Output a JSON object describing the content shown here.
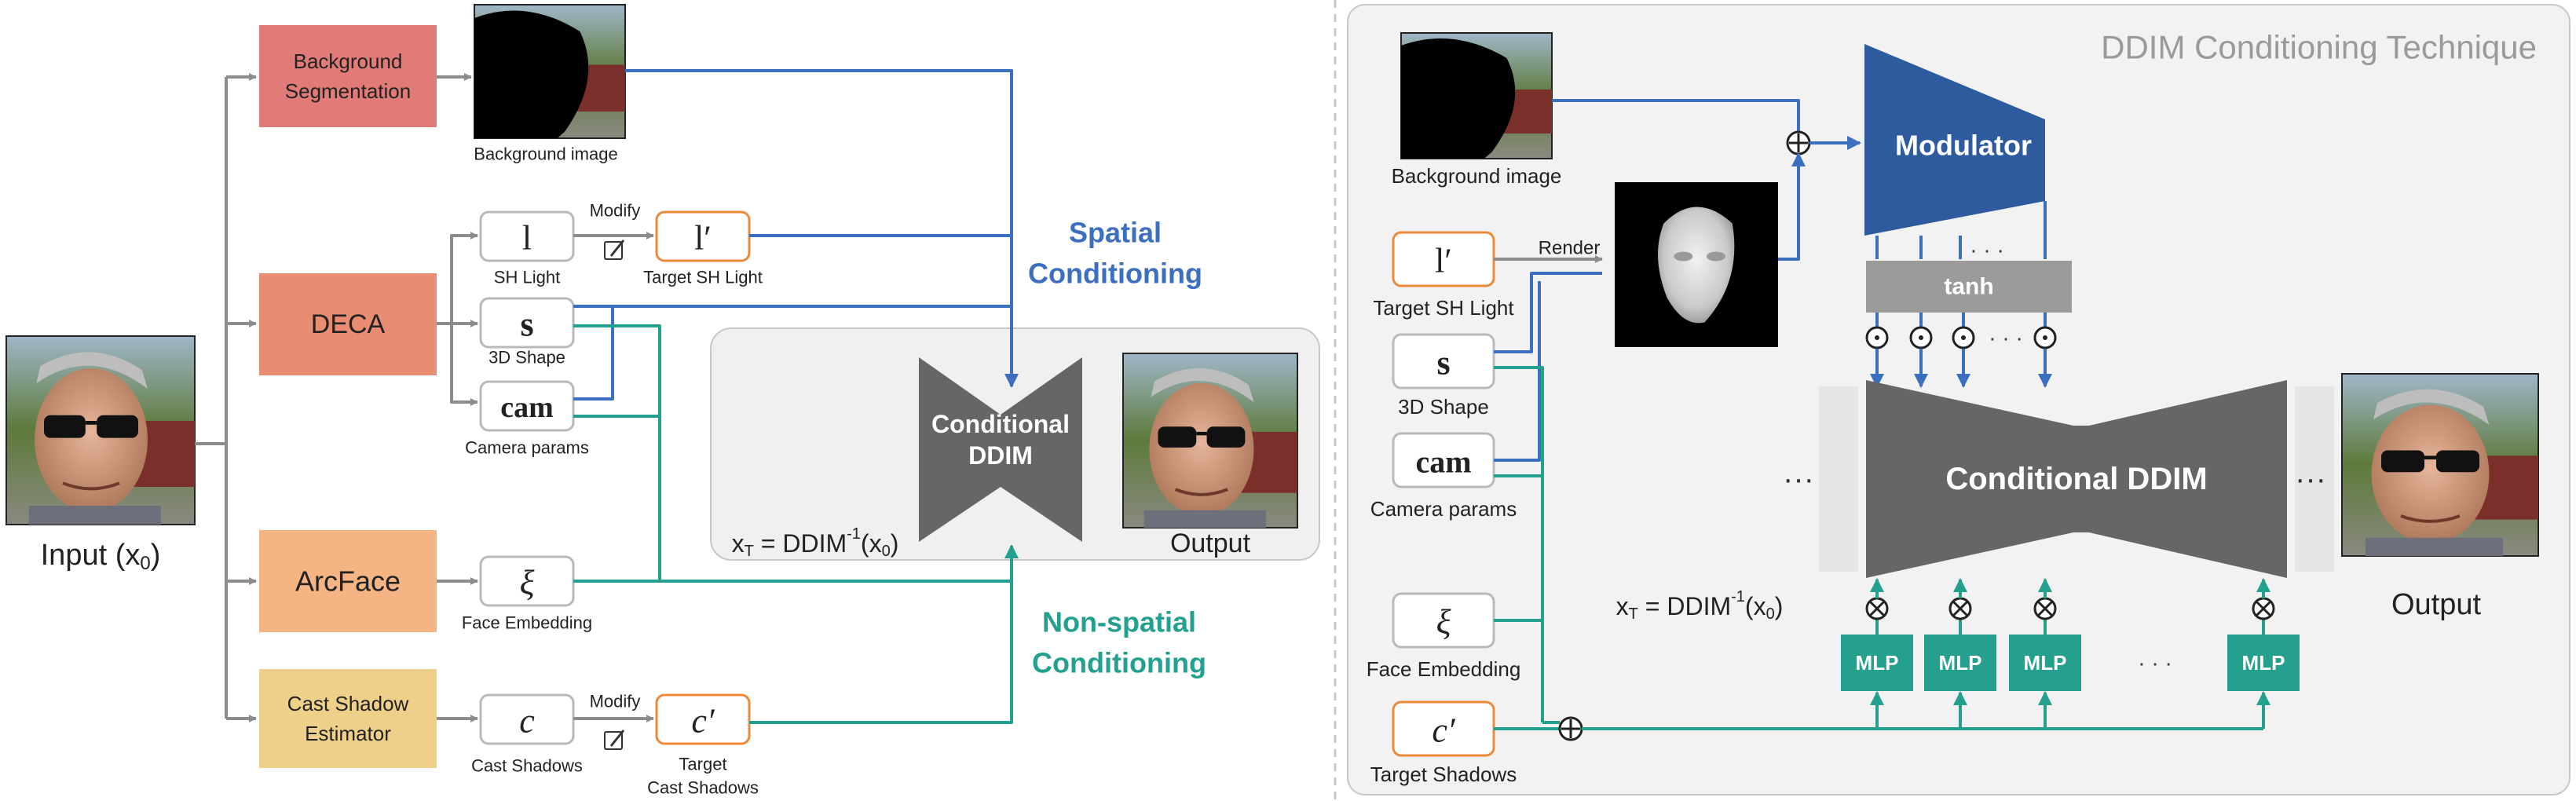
{
  "colors": {
    "blue": "#3d6fc0",
    "teal": "#24a08e",
    "gray_arrow": "#8c8c8c",
    "bg_seg_fill": "#e07b77",
    "deca_fill": "#e88c72",
    "arcface_fill": "#f5b483",
    "shadow_fill": "#efd08b",
    "orange_border": "#ec8a3c",
    "ddim_fill": "#666666",
    "modulator_fill": "#2e5a9e",
    "tanh_fill": "#9b9b9b",
    "mlp_fill": "#26a08e",
    "right_panel_fill": "#f2f2f2",
    "right_panel_title": "#9a9a9a"
  },
  "left": {
    "input_label": "Input (x",
    "input_sub": "0",
    "input_close": ")",
    "background_segmentation": [
      "Background",
      "Segmentation"
    ],
    "background_image_label": "Background image",
    "deca": "DECA",
    "arcface": "ArcFace",
    "cast_shadow_estimator": [
      "Cast Shadow",
      "Estimator"
    ],
    "sh_light_symbol": "l",
    "sh_light_label": "SH Light",
    "modify_1": "Modify",
    "target_sh_symbol": "l′",
    "target_sh_label": "Target SH Light",
    "shape_symbol": "s",
    "shape_label": "3D Shape",
    "cam_symbol": "cam",
    "cam_label": "Camera params",
    "face_emb_symbol": "ξ",
    "face_emb_label": "Face Embedding",
    "shadow_symbol": "c",
    "shadow_label": "Cast Shadows",
    "modify_2": "Modify",
    "target_shadow_symbol": "c′",
    "target_shadow_label": [
      "Target",
      "Cast Shadows"
    ],
    "spatial_label": [
      "Spatial",
      "Conditioning"
    ],
    "nonspatial_label": [
      "Non-spatial",
      "Conditioning"
    ],
    "conditional_ddim": [
      "Conditional",
      "DDIM"
    ],
    "xt_label_a": "x",
    "xt_label_sub": "T",
    "xt_label_b": " = DDIM",
    "xt_label_sup": "-1",
    "xt_label_c": "(x",
    "xt_label_sub0": "0",
    "xt_label_d": ")",
    "output_label": "Output"
  },
  "right": {
    "title": "DDIM Conditioning Technique",
    "background_image_label": "Background image",
    "target_sh_symbol": "l′",
    "target_sh_label": "Target SH Light",
    "render_label": "Render",
    "shape_symbol": "s",
    "shape_label": "3D Shape",
    "cam_symbol": "cam",
    "cam_label": "Camera params",
    "face_emb_symbol": "ξ",
    "face_emb_label": "Face Embedding",
    "target_shadow_symbol": "c′",
    "target_shadow_label": "Target Shadows",
    "modulator": "Modulator",
    "tanh": "tanh",
    "dots": "· · ·",
    "conditional_ddim": "Conditional DDIM",
    "ellipsis": "···",
    "xt_label_a": "x",
    "xt_label_sub": "T",
    "xt_label_b": " = DDIM",
    "xt_label_sup": "-1",
    "xt_label_c": "(x",
    "xt_label_sub0": "0",
    "xt_label_d": ")",
    "output_label": "Output",
    "mlp": "MLP"
  }
}
